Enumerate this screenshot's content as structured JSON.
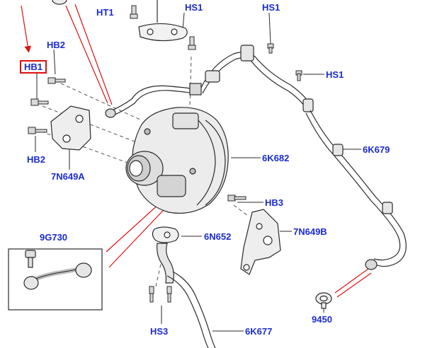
{
  "colors": {
    "label": "#1a2bd0",
    "highlight": "#e01010",
    "line": "#2a2a2a",
    "part_fill": "#ececec",
    "part_shade": "#bdbdbd"
  },
  "labels": {
    "ht1": "HT1",
    "hs1_top_left": "HS1",
    "hs1_top_right": "HS1",
    "hs1_right": "HS1",
    "hb2_top": "HB2",
    "hb1": "HB1",
    "hb2_bottom": "HB2",
    "n7649a": "7N649A",
    "n6k682": "6K682",
    "n6k679": "6K679",
    "hb3": "HB3",
    "n7649b": "7N649B",
    "n6n652": "6N652",
    "n9g730": "9G730",
    "hs3": "HS3",
    "n6k677": "6K677",
    "n9450": "9450"
  }
}
